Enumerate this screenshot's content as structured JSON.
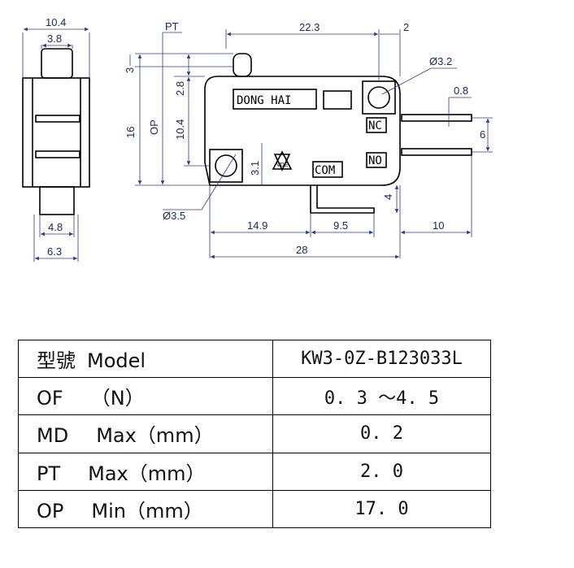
{
  "drawing": {
    "side_view": {
      "width_total": "10.4",
      "actuator_width": "3.8",
      "terminal_width": "4.8",
      "body_width": "6.3"
    },
    "front_view": {
      "pt": "PT",
      "op": "OP",
      "len_top": "22.3",
      "len_small": "2",
      "hole_dia_right": "Ø3.2",
      "hole_dia_left": "Ø3.5",
      "term_thick": "0.8",
      "term_pitch": "6",
      "h3": "3",
      "h28": "2.8",
      "h16": "16",
      "h104": "10.4",
      "h31": "3.1",
      "h4": "4",
      "b149": "14.9",
      "b95": "9.5",
      "b10": "10",
      "b28": "28",
      "brand": "DONG HAI",
      "nc": "NC",
      "no": "NO",
      "com": "COM",
      "vde": "VDE"
    }
  },
  "spec_table": {
    "rows": [
      {
        "k1": "型號",
        "k2": "Model",
        "k3": "",
        "v": "KW3-0Z-B123033L"
      },
      {
        "k1": "OF",
        "k2": "（N）",
        "k3": "",
        "v": "0. 3 ～4. 5"
      },
      {
        "k1": "MD",
        "k2": "Max",
        "k3": "（mm）",
        "v": "0. 2"
      },
      {
        "k1": "PT",
        "k2": "Max",
        "k3": "（mm）",
        "v": "2. 0"
      },
      {
        "k1": "OP",
        "k2": "Min",
        "k3": "（mm）",
        "v": "17. 0"
      }
    ]
  }
}
